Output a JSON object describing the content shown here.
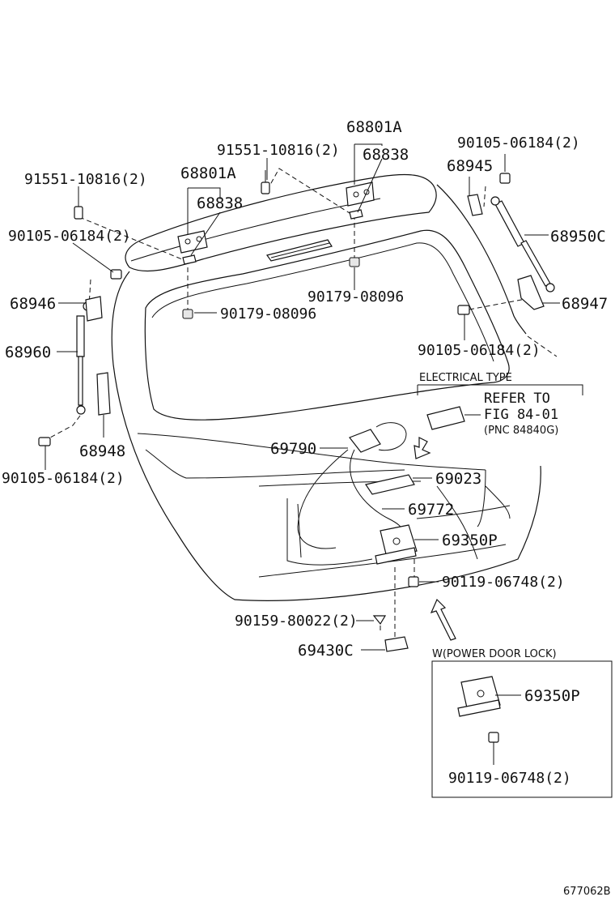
{
  "labels": {
    "p91551_left": "91551-10816(2)",
    "p90105_topleft": "90105-06184(2)",
    "p68801A_left": "68801A",
    "p68838_left": "68838",
    "p91551_top": "91551-10816(2)",
    "p68801A_top": "68801A",
    "p68838_top": "68838",
    "p90105_topright": "90105-06184(2)",
    "p68945": "68945",
    "p68950C": "68950C",
    "p68946": "68946",
    "p68960": "68960",
    "p90179_left": "90179-08096",
    "p90179_right": "90179-08096",
    "p68947": "68947",
    "p90105_right": "90105-06184(2)",
    "p68948": "68948",
    "p90105_bottomleft": "90105-06184(2)",
    "p69790": "69790",
    "p69023": "69023",
    "p69772": "69772",
    "p69350P": "69350P",
    "p90119": "90119-06748(2)",
    "p90159": "90159-80022(2)",
    "p69430C": "69430C"
  },
  "electrical": {
    "title": "ELECTRICAL TYPE",
    "refer1": "REFER TO",
    "refer2": "FIG 84-01",
    "refer3": "(PNC 84840G)"
  },
  "power_lock": {
    "title": "W(POWER DOOR LOCK)",
    "p69350P": "69350P",
    "p90119": "90119-06748(2)"
  },
  "figure_code": "677062B"
}
